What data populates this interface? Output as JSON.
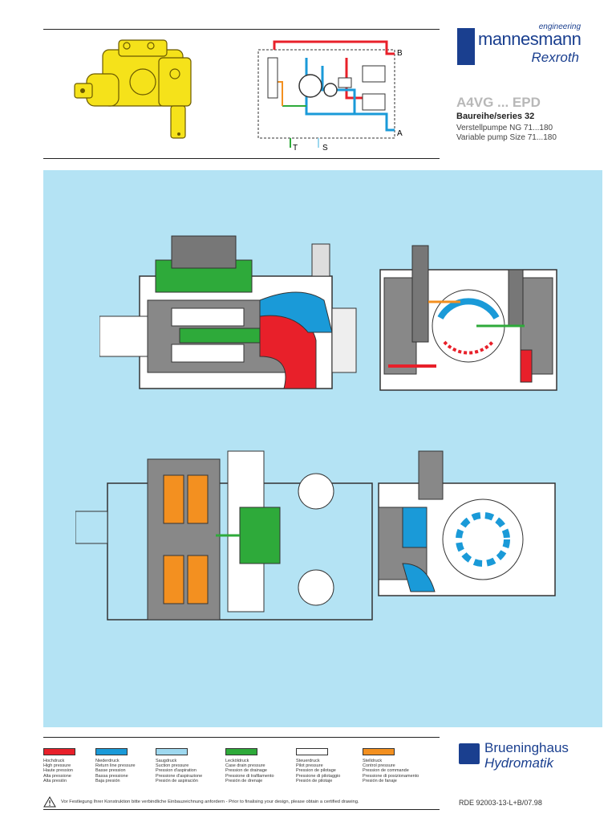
{
  "brand": {
    "engineering": "engineering",
    "name": "mannesmann",
    "sub": "Rexroth"
  },
  "product": {
    "title": "A4VG ... EPD",
    "series": "Baureihe/series  32",
    "line_de": "Verstellpumpe NG 71...180",
    "line_en": "Variable pump Size 71...180"
  },
  "circuit": {
    "port_b": "B",
    "port_a": "A",
    "port_t": "T",
    "port_s": "S"
  },
  "colors": {
    "high_pressure": "#e8202a",
    "return_pressure": "#1a9ad8",
    "suction_pressure": "#9ed8ef",
    "case_drain": "#2eaa3a",
    "pilot_pressure": "#ffffff",
    "control_pressure": "#f39020",
    "pump_body": "#f5e21a",
    "panel": "#b4e3f4",
    "brand_blue": "#1a3f8f"
  },
  "legend": [
    {
      "color": "#e8202a",
      "lines": [
        "Hochdruck",
        "High pressure",
        "Haute pression",
        "Alta pressione",
        "Alta presión"
      ]
    },
    {
      "color": "#1a9ad8",
      "lines": [
        "Niederdruck",
        "Return line pressure",
        "Basse pression",
        "Bassa pressione",
        "Baja presión"
      ]
    },
    {
      "color": "#9ed8ef",
      "lines": [
        "Saugdruck",
        "Suction pressure",
        "Pression d'aspiration",
        "Pressione d'aspirazione",
        "Presión de aspiración"
      ]
    },
    {
      "color": "#2eaa3a",
      "lines": [
        "Lecköldruck",
        "Case drain pressure",
        "Pression de drainage",
        "Pressione di trafilamento",
        "Presión de drenaje"
      ]
    },
    {
      "color": "#ffffff",
      "lines": [
        "Steuerdruck",
        "Pilot pressure",
        "Pression de pilotage",
        "Pressione di pilotaggio",
        "Presión de pilotaje"
      ]
    },
    {
      "color": "#f39020",
      "lines": [
        "Stelldruck",
        "Control pressure",
        "Pression de commande",
        "Pressione di posizionamento",
        "Presión de fanaje"
      ]
    }
  ],
  "manufacturer": {
    "name1": "Brueninghaus",
    "name2": "Hydromatik"
  },
  "footer": {
    "note": "Vor Festlegung Ihrer Konstruktion bitte verbindliche Einbauzeichnung anfordern  -  Prior to finalising your design, please obtain a certified drawing.",
    "doc_number": "RDE  92003-13-L+B/07.98"
  }
}
